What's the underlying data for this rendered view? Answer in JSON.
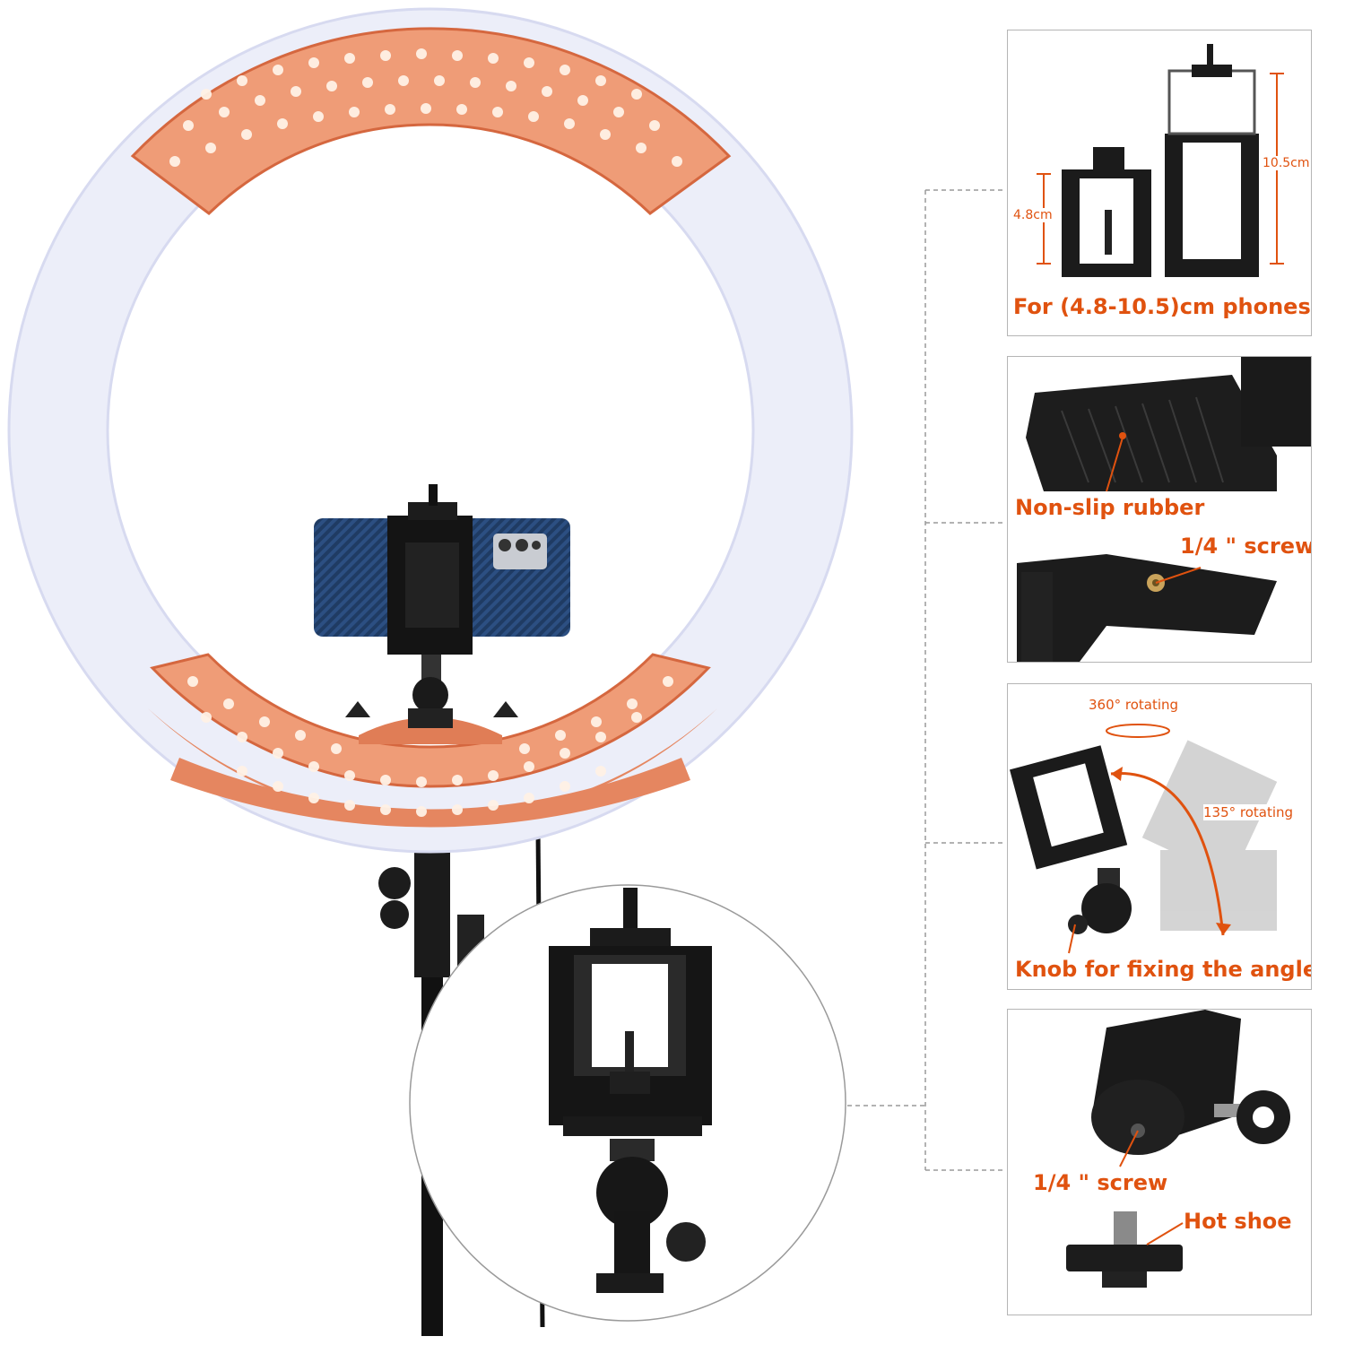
{
  "panels": {
    "phone_size": {
      "caption": "For (4.8-10.5)cm phones",
      "small_height": "4.8cm",
      "large_height": "10.5cm"
    },
    "rubber_screw": {
      "rubber_label": "Non-slip rubber",
      "screw_label": "1/4 \" screw"
    },
    "rotation": {
      "rotate_360": "360° rotating",
      "rotate_135": "135° rotating",
      "knob_label": "Knob for fixing the angle"
    },
    "hot_shoe": {
      "screw_label": "1/4 \" screw",
      "hot_shoe_label": "Hot shoe"
    }
  },
  "colors": {
    "accent": "#e0520f",
    "warm_led": "#f0a178",
    "cool_led": "#eef0fb",
    "border": "#b5b5b5"
  }
}
